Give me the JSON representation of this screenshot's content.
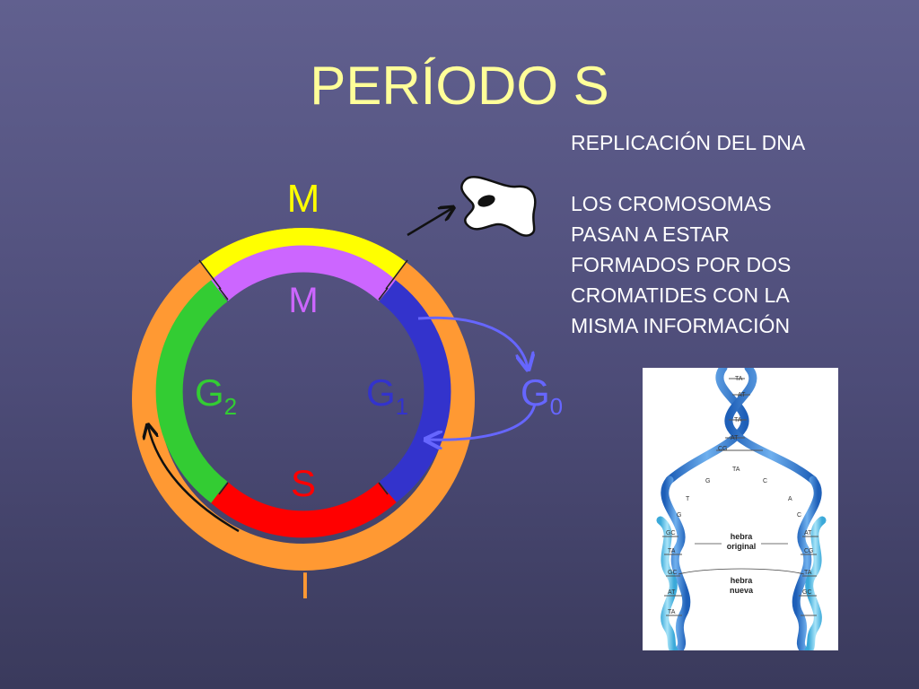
{
  "title": "PERÍODO S",
  "text": {
    "heading": "REPLICACIÓN DEL DNA",
    "lines": [
      "LOS CROMOSOMAS",
      "PASAN A ESTAR",
      "FORMADOS POR DOS",
      "CROMATIDES CON LA",
      "MISMA INFORMACIÓN"
    ]
  },
  "cycle": {
    "outer_m": "M",
    "inner_m": "M",
    "g2": {
      "letter": "G",
      "sub": "2"
    },
    "g1": {
      "letter": "G",
      "sub": "1"
    },
    "g0": {
      "letter": "G",
      "sub": "0"
    },
    "s": "S",
    "i": "I"
  },
  "dna": {
    "label_original_1": "hebra",
    "label_original_2": "original",
    "label_new_1": "hebra",
    "label_new_2": "nueva",
    "pairs": [
      "TA",
      "AT",
      "TA",
      "AT",
      "CG",
      "TA",
      "G",
      "C",
      "T",
      "A",
      "G",
      "C",
      "GC",
      "TA",
      "AT",
      "CG",
      "GC",
      "TA",
      "AT",
      "GC",
      "TA"
    ]
  },
  "colors": {
    "background": "#56557f",
    "title": "#ffff99",
    "orange": "#ff9933",
    "yellow": "#ffff00",
    "violet": "#cc66ff",
    "green": "#33cc33",
    "blue": "#3333cc",
    "red": "#ff0000",
    "arrow_blue": "#6666ff"
  }
}
